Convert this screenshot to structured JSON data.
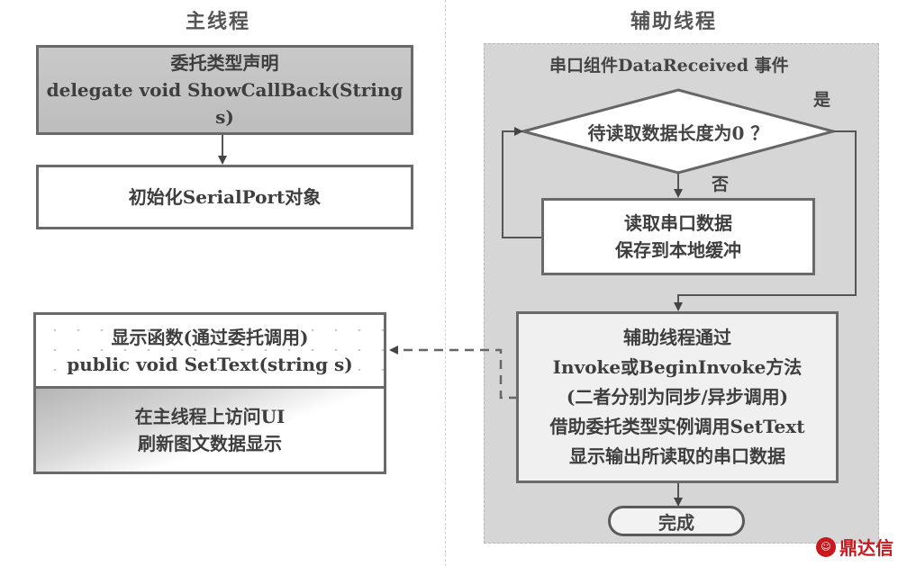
{
  "main_thread": {
    "title": "主线程",
    "delegate_box": {
      "line1": "委托类型声明",
      "line2": "delegate void ShowCallBack(String s)"
    },
    "init_box": {
      "text": "初始化SerialPort对象"
    },
    "display_box": {
      "header_line1": "显示函数(通过委托调用)",
      "header_line2": "public void SetText(string s)",
      "body_line1": "在主线程上访问UI",
      "body_line2": "刷新图文数据显示"
    }
  },
  "aux_thread": {
    "title": "辅助线程",
    "panel_title": "串口组件DataReceived 事件",
    "decision": {
      "text": "待读取数据长度为0 ？",
      "yes_label": "是",
      "no_label": "否"
    },
    "read_box": {
      "line1": "读取串口数据",
      "line2": "保存到本地缓冲"
    },
    "invoke_box": {
      "line1": "辅助线程通过",
      "line2": "Invoke或BeginInvoke方法",
      "line3": "(二者分别为同步/异步调用)",
      "line4": "借助委托类型实例调用SetText",
      "line5": "显示输出所读取的串口数据"
    },
    "end_terminal": {
      "text": "完成"
    }
  },
  "watermark": {
    "text": "鼎达信",
    "color": "#c8191e"
  }
}
